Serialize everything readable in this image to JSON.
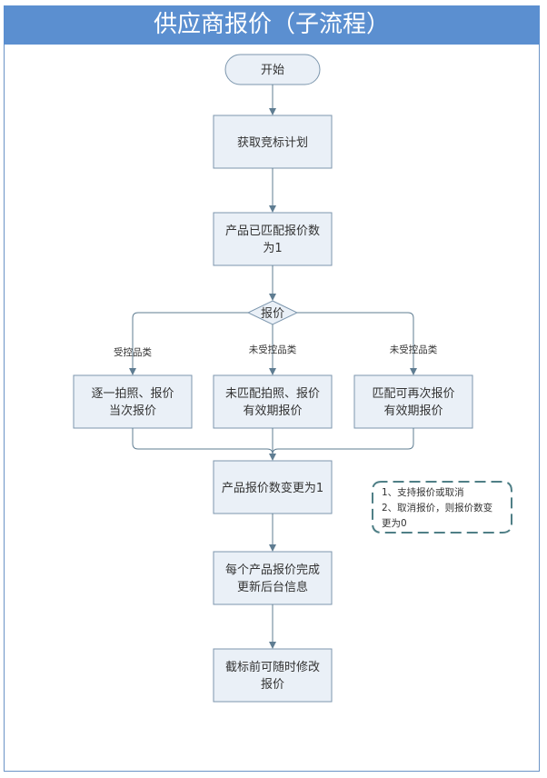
{
  "title": "供应商报价（子流程）",
  "nodes": {
    "start": "开始",
    "get_plan": "获取竞标计划",
    "matched_count_line1": "产品已匹配报价数",
    "matched_count_line2": "为1",
    "decision": "报价",
    "left_line1": "逐一拍照、报价",
    "left_line2": "当次报价",
    "mid_line1": "未匹配拍照、报价",
    "mid_line2": "有效期报价",
    "right_line1": "匹配可再次报价",
    "right_line2": "有效期报价",
    "count_changed": "产品报价数变更为1",
    "update_line1": "每个产品报价完成",
    "update_line2": "更新后台信息",
    "modify_line1": "截标前可随时修改",
    "modify_line2": "报价"
  },
  "edge_labels": {
    "left": "受控品类",
    "mid": "未受控品类",
    "right": "未受控品类"
  },
  "note": {
    "line1": "1、支持报价或取消",
    "line2": "2、取消报价，则报价数变",
    "line3": "更为0"
  },
  "colors": {
    "title_bg": "#5b8fd0",
    "border": "#6b93c6",
    "node_fill": "#eaf0f7",
    "node_stroke": "#7c96ad",
    "edge": "#5f7d92",
    "note_stroke": "#4f7f86"
  }
}
